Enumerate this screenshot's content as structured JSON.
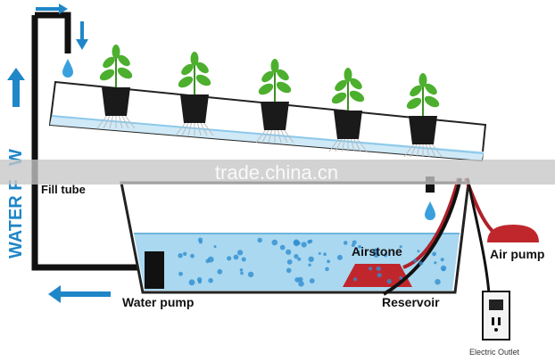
{
  "labels": {
    "water_flow": "WATER F",
    "water_flow_end": "W",
    "fill_tube": "Fill tube",
    "airstone": "Airstone",
    "air_pump": "Air pump",
    "water_pump": "Water pump",
    "reservoir": "Reservoir",
    "electric_outlet": "Electric Outlet"
  },
  "watermark": "trade.china.cn",
  "colors": {
    "flow_arrow": "#1f86c8",
    "tube": "#111111",
    "water": "#a9d8f0",
    "trough_water": "#cfe9f7",
    "airstone": "#c0272d",
    "air_pump": "#c0272d",
    "air_line": "#b0202a",
    "leaf": "#4caf2e",
    "pot": "#1a1a1a",
    "watermark_band": "#c7c7c7"
  },
  "plants_count_label": "",
  "icons": [
    "flow-arrow-right-icon",
    "flow-arrow-down-icon",
    "flow-arrow-up-icon",
    "flow-arrow-left-icon",
    "water-drop-icon",
    "electric-outlet-icon"
  ]
}
